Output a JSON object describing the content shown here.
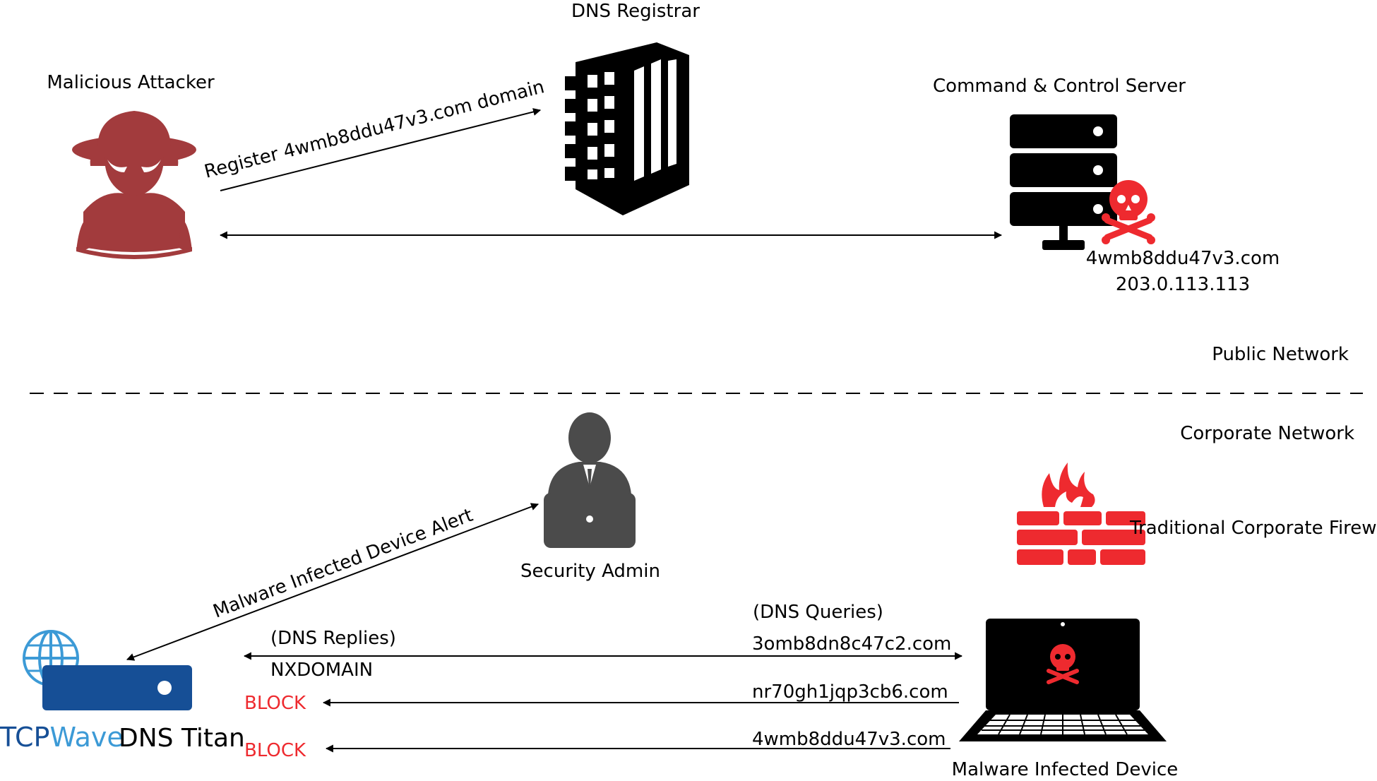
{
  "colors": {
    "attacker": "#a23b3d",
    "danger": "#ee2a2f",
    "titan_blue": "#164f96",
    "globe": "#3c9ad6",
    "admin_gray": "#4b4b4b",
    "line": "#000000"
  },
  "icons": [
    "spy-attacker-icon",
    "building-registrar-icon",
    "server-stack-icon",
    "skull-crossbones-icon",
    "security-admin-icon",
    "firewall-flame-icon",
    "globe-icon",
    "dns-appliance-icon",
    "infected-laptop-icon"
  ],
  "nodes": {
    "attacker": "Malicious Attacker",
    "registrar": "DNS Registrar",
    "cnc": "Command & Control Server",
    "cnc_domain": "4wmb8ddu47v3.com",
    "cnc_ip": "203.0.113.113",
    "admin": "Security Admin",
    "firewall": "Traditional Corporate Firewall",
    "infected_device": "Malware Infected Device"
  },
  "zones": {
    "public": "Public Network",
    "corporate": "Corporate Network"
  },
  "edges": {
    "register": "Register 4wmb8ddu47v3.com domain",
    "alert": "Malware Infected Device Alert",
    "queries_header": "(DNS Queries)",
    "replies_header": "(DNS Replies)"
  },
  "queries": [
    {
      "domain": "3omb8dn8c47c2.com",
      "reply": "NXDOMAIN"
    },
    {
      "domain": "nr70gh1jqp3cb6.com",
      "reply": "BLOCK"
    },
    {
      "domain": "4wmb8ddu47v3.com",
      "reply": "BLOCK"
    }
  ],
  "logo": {
    "tcp": "TCP",
    "wave": "Wave",
    "product": "DNS Titan"
  }
}
